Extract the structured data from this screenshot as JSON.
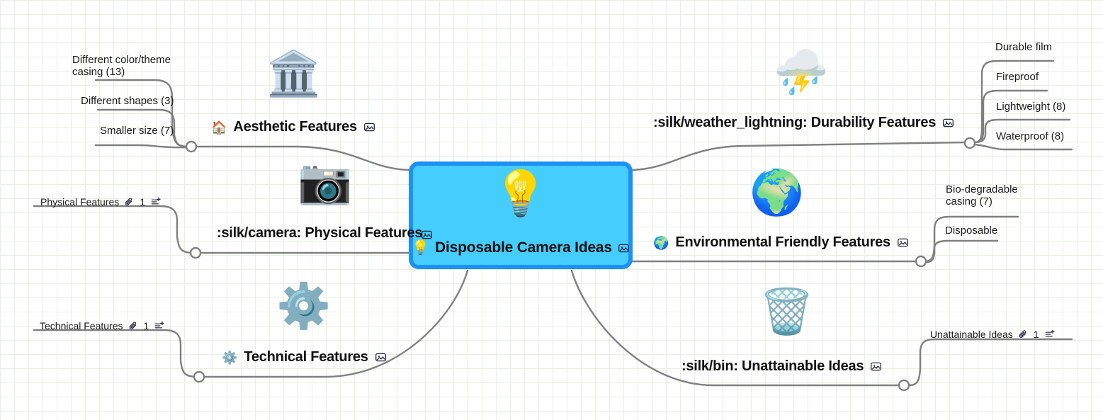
{
  "app": {
    "type": "mind-map",
    "background_grid_color": "#e7f0e2",
    "edge_color": "#808080"
  },
  "center": {
    "label": "Disposable Camera Ideas",
    "emoji": "💡",
    "art_emoji": "💡",
    "fill_color": "#45cdfd",
    "border_color": "#1d90f5",
    "image_icon": "image-icon"
  },
  "topics": [
    {
      "id": "aesthetic",
      "label": "Aesthetic Features",
      "emoji": "🏠",
      "art_emoji": "🏛️",
      "image_icon": "image-icon",
      "side": "left",
      "subs": [
        {
          "label": "Different color/theme\ncasing (13)"
        },
        {
          "label": "Different shapes (3)"
        },
        {
          "label": "Smaller size (7)"
        }
      ]
    },
    {
      "id": "physical",
      "label": ":silk/camera: Physical Features",
      "emoji": "",
      "art_emoji": "📷",
      "image_icon": "image-icon",
      "side": "left",
      "meta": {
        "label": "Physical Features",
        "attachment_icon": "paperclip-icon",
        "attachment_count": "1",
        "note_icon": "add-note-icon"
      },
      "subs": []
    },
    {
      "id": "technical",
      "label": "Technical Features",
      "emoji": "⚙️",
      "art_emoji": "⚙️",
      "image_icon": "image-icon",
      "side": "left",
      "meta": {
        "label": "Technical Features",
        "attachment_icon": "paperclip-icon",
        "attachment_count": "1",
        "note_icon": "add-note-icon"
      },
      "subs": []
    },
    {
      "id": "durability",
      "label": ":silk/weather_lightning: Durability Features",
      "emoji": "",
      "art_emoji": "⛈️",
      "image_icon": "image-icon",
      "side": "right",
      "subs": [
        {
          "label": "Durable film"
        },
        {
          "label": "Fireproof"
        },
        {
          "label": "Lightweight (8)"
        },
        {
          "label": "Waterproof (8)"
        }
      ]
    },
    {
      "id": "environmental",
      "label": "Environmental Friendly Features",
      "emoji": "🌍",
      "art_emoji": "🌍",
      "image_icon": "image-icon",
      "side": "right",
      "subs": [
        {
          "label": "Bio-degradable\ncasing (7)"
        },
        {
          "label": "Disposable"
        }
      ]
    },
    {
      "id": "unattainable",
      "label": ":silk/bin: Unattainable Ideas",
      "emoji": "",
      "art_emoji": "🗑️",
      "image_icon": "image-icon",
      "side": "right",
      "meta": {
        "label": "Unattainable Ideas",
        "attachment_icon": "paperclip-icon",
        "attachment_count": "1",
        "note_icon": "add-note-icon"
      },
      "subs": []
    }
  ]
}
